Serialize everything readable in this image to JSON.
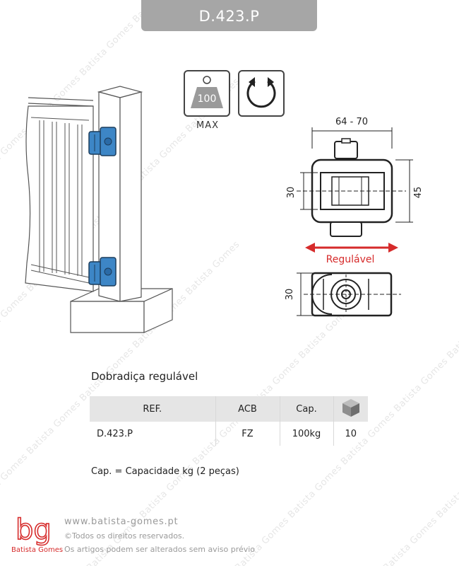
{
  "header": {
    "code": "D.423.P"
  },
  "watermark": {
    "text": "Batista Gomes Batista Gomes Batista Gomes Batista Gomes Batista Gomes"
  },
  "icons": {
    "weight": {
      "value": "100",
      "label": "MAX"
    },
    "rotation": {
      "name": "rotation-icon"
    }
  },
  "dimensions": {
    "width_range": "64 - 70",
    "height_inner": "30",
    "height_outer": "45",
    "adjustable": "Regulável",
    "depth": "30"
  },
  "product": {
    "name": "Dobradiça regulável"
  },
  "table": {
    "headers": {
      "ref": "REF.",
      "acb": "ACB",
      "cap": "Cap."
    },
    "rows": [
      {
        "ref": "D.423.P",
        "acb": "FZ",
        "cap": "100kg",
        "pack": "10"
      }
    ]
  },
  "note": "Cap. = Capacidade kg (2 peças)",
  "footer": {
    "logo_text": "bg",
    "brand": "Batista Gomes",
    "website": "www.batista-gomes.pt",
    "rights": "Todos os direitos reservados.",
    "copyright_symbol": "©",
    "disclaimer": "Os artigos podem ser alterados sem aviso prévio"
  },
  "colors": {
    "accent": "#d62b2b",
    "hinge_blue": "#3d86c6",
    "header_gray": "#a6a6a6"
  }
}
